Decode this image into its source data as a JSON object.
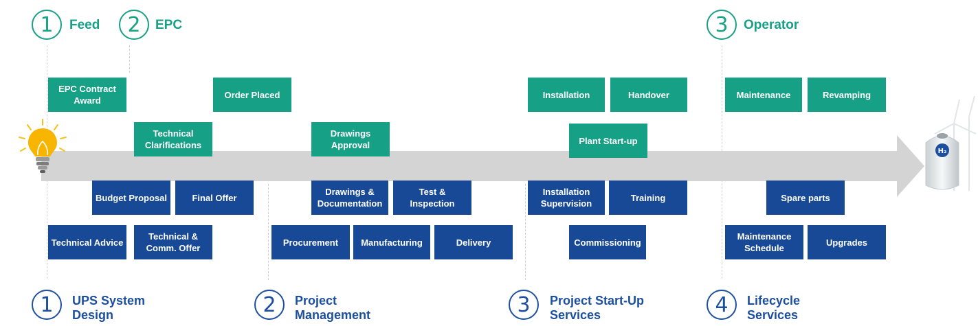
{
  "phases": [
    {
      "number": "1",
      "label": "Feed"
    },
    {
      "number": "2",
      "label": "EPC"
    },
    {
      "number": "3",
      "label": "Operator"
    }
  ],
  "categories": [
    {
      "number": "1",
      "line1": "UPS System",
      "line2": "Design"
    },
    {
      "number": "2",
      "line1": "Project",
      "line2": "Management"
    },
    {
      "number": "3",
      "line1": "Project Start-Up",
      "line2": "Services"
    },
    {
      "number": "4",
      "line1": "Lifecycle",
      "line2": "Services"
    }
  ],
  "green_boxes": {
    "epc_contract_award": "EPC Contract Award",
    "order_placed": "Order Placed",
    "technical_clarifications": "Technical Clarifications",
    "drawings_approval": "Drawings Approval",
    "installation": "Installation",
    "handover": "Handover",
    "plant_startup": "Plant Start-up",
    "maintenance": "Maintenance",
    "revamping": "Revamping"
  },
  "blue_boxes": {
    "budget_proposal": "Budget Proposal",
    "final_offer": "Final Offer",
    "technical_advice": "Technical Advice",
    "technical_comm_offer": "Technical & Comm. Offer",
    "drawings_documentation": "Drawings & Documentation",
    "test_inspection": "Test & Inspection",
    "procurement": "Procurement",
    "manufacturing": "Manufacturing",
    "delivery": "Delivery",
    "installation_supervision": "Installation Supervision",
    "training": "Training",
    "commissioning": "Commissioning",
    "spare_parts": "Spare parts",
    "maintenance_schedule": "Maintenance Schedule",
    "upgrades": "Upgrades"
  },
  "tank_label": "H₂",
  "icons": [
    "lightbulb-icon",
    "hydrogen-tank-icon",
    "wind-turbine-icon"
  ],
  "colors": {
    "green": "#16a085",
    "blue": "#174996",
    "arrow": "#d4d4d4",
    "bulb": "#f7b500"
  }
}
